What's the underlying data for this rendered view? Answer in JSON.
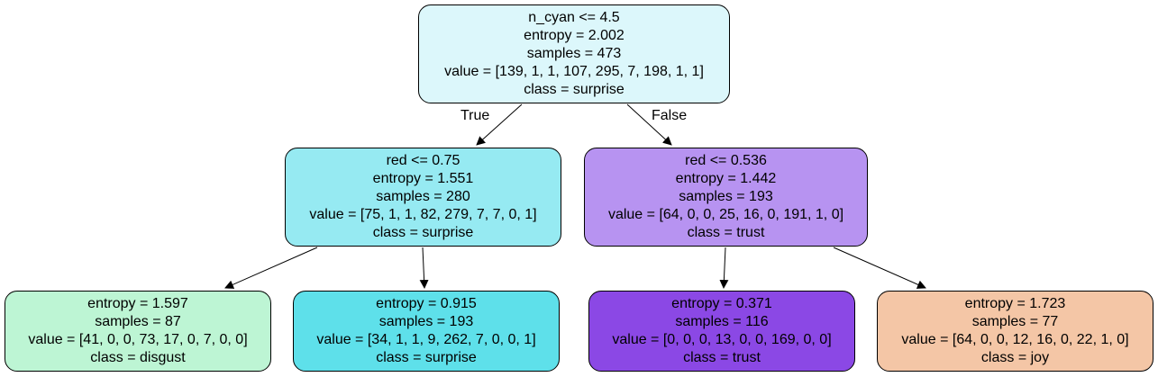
{
  "edges": {
    "true_label": "True",
    "false_label": "False"
  },
  "nodes": [
    {
      "id": "n0",
      "lines": [
        "n_cyan <= 4.5",
        "entropy = 2.002",
        "samples = 473",
        "value = [139, 1, 1, 107, 295, 7, 198, 1, 1]",
        "class = surprise"
      ],
      "fill": "#dcf7fb"
    },
    {
      "id": "n1",
      "lines": [
        "red <= 0.75",
        "entropy = 1.551",
        "samples = 280",
        "value = [75, 1, 1, 82, 279, 7, 7, 0, 1]",
        "class = surprise"
      ],
      "fill": "#96eaf2"
    },
    {
      "id": "n2",
      "lines": [
        "red <= 0.536",
        "entropy = 1.442",
        "samples = 193",
        "value = [64, 0, 0, 25, 16, 0, 191, 1, 0]",
        "class = trust"
      ],
      "fill": "#b793f1"
    },
    {
      "id": "n3",
      "lines": [
        "entropy = 1.597",
        "samples = 87",
        "value = [41, 0, 0, 73, 17, 0, 7, 0, 0]",
        "class = disgust"
      ],
      "fill": "#bdf5d4"
    },
    {
      "id": "n4",
      "lines": [
        "entropy = 0.915",
        "samples = 193",
        "value = [34, 1, 1, 9, 262, 7, 0, 0, 1]",
        "class = surprise"
      ],
      "fill": "#5ee0ea"
    },
    {
      "id": "n5",
      "lines": [
        "entropy = 0.371",
        "samples = 116",
        "value = [0, 0, 0, 13, 0, 0, 169, 0, 0]",
        "class = trust"
      ],
      "fill": "#8b48e5"
    },
    {
      "id": "n6",
      "lines": [
        "entropy = 1.723",
        "samples = 77",
        "value = [64, 0, 0, 12, 16, 0, 22, 1, 0]",
        "class = joy"
      ],
      "fill": "#f4c6a6"
    }
  ]
}
